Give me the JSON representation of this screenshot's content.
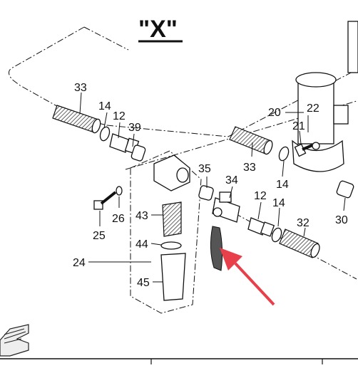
{
  "title": "\"X\"",
  "callouts": {
    "c33a": "33",
    "c14a": "14",
    "c12a": "12",
    "c39": "39",
    "c20": "20",
    "c22": "22",
    "c21": "21",
    "c33b": "33",
    "c14b": "14",
    "c35": "35",
    "c34": "34",
    "c26": "26",
    "c25": "25",
    "c43": "43",
    "c44": "44",
    "c24": "24",
    "c45": "45",
    "c12b": "12",
    "c14c": "14",
    "c32": "32",
    "c30": "30"
  },
  "colors": {
    "arrow": "#e8404a",
    "line": "#111111"
  },
  "icons": {
    "corner": "hand-pointer-icon"
  }
}
